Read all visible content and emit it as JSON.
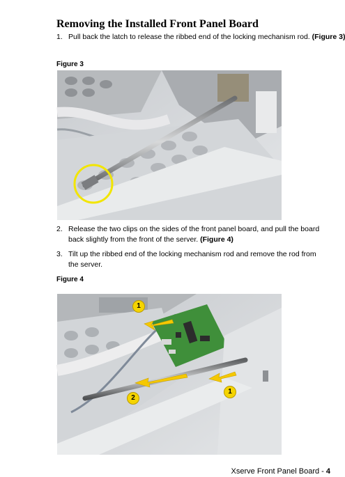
{
  "document": {
    "title": "Removing the Installed Front Panel Board",
    "steps": [
      {
        "number": "1.",
        "text": "Pull back the latch to release the ribbed end of the locking mechanism rod.",
        "ref": "(Figure 3)"
      },
      {
        "number": "2.",
        "text": "Release the two clips on the sides of the front panel board, and pull the board back slightly from the front of the server.",
        "ref": "(Figure 4)"
      },
      {
        "number": "3.",
        "text": "Tilt up the ribbed end of the locking mechanism rod and remove the rod from the server.",
        "ref": ""
      }
    ],
    "figures": [
      {
        "label": "Figure 3"
      },
      {
        "label": "Figure 4",
        "callouts": [
          "1",
          "1",
          "2"
        ]
      }
    ],
    "footer": {
      "text": "Xserve Front Panel Board - ",
      "page": "4"
    }
  },
  "colors": {
    "callout_fill": "#f5d400",
    "highlight_circle": "#f2e500",
    "arrow": "#f5c800",
    "board_green": "#3f8f3a"
  }
}
